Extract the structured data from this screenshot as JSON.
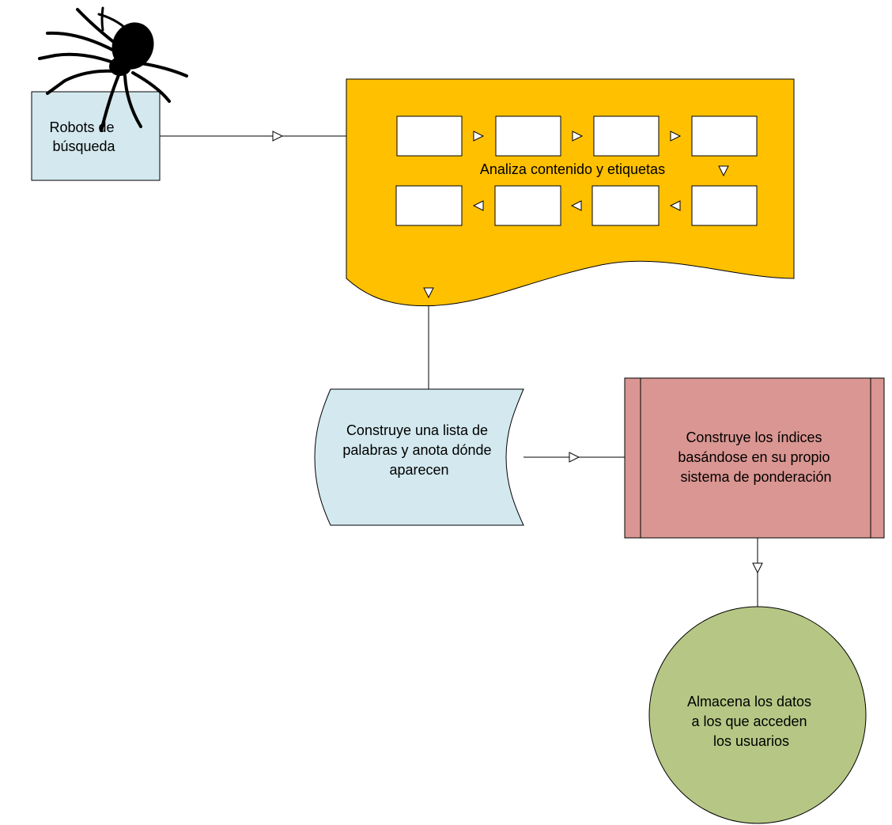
{
  "diagram": {
    "robots_label": [
      "Robots de",
      "búsqueda"
    ],
    "analyze_label": "Analiza contenido y etiquetas",
    "wordlist_label": [
      "Construye una lista de",
      "palabras y anota dónde",
      "aparecen"
    ],
    "indices_label": [
      "Construye los índices",
      "basándose en su propio",
      "sistema de ponderación"
    ],
    "store_label": [
      "Almacena los datos",
      "a los que acceden",
      "los usuarios"
    ]
  },
  "colors": {
    "robots_fill": "#d4e9ef",
    "analyze_fill": "#ffc000",
    "wordlist_fill": "#d4e9ef",
    "indices_fill": "#da9692",
    "store_fill": "#b6c785",
    "stroke": "#000000"
  },
  "icons": {
    "crawler": "spider-icon"
  }
}
